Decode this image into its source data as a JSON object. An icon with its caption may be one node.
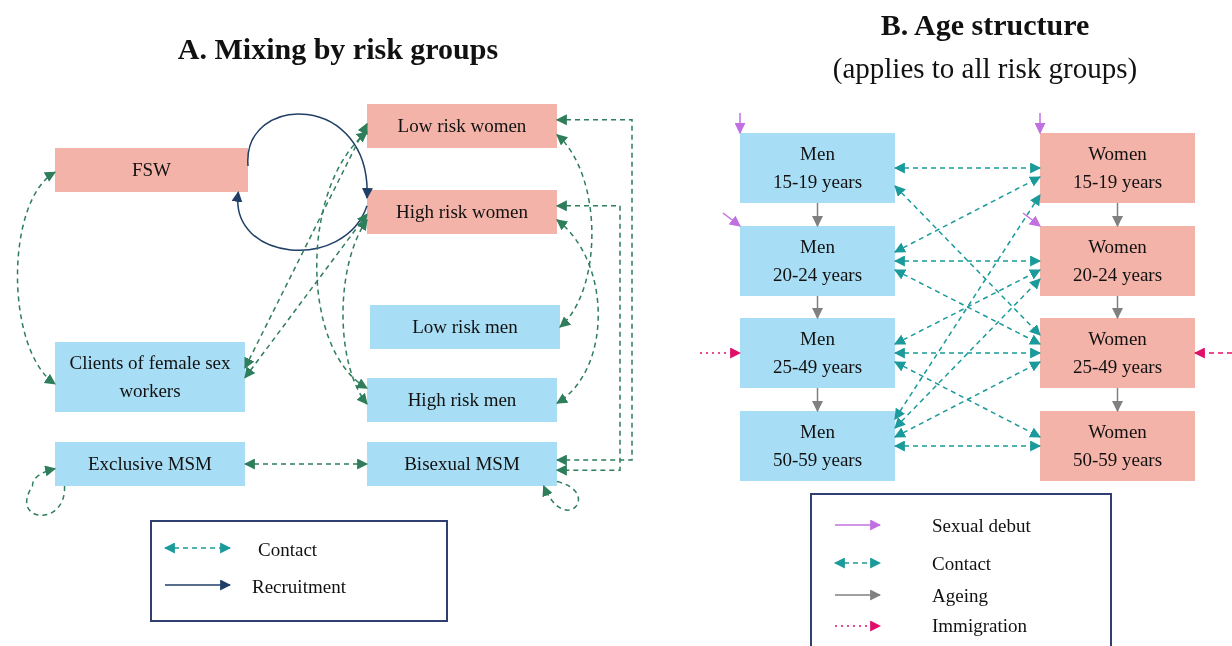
{
  "diagram": {
    "nodes": [
      {
        "text": [
          "Low risk women"
        ]
      },
      {
        "text": [
          "FSW"
        ]
      },
      {
        "text": [
          "High risk women"
        ]
      },
      {
        "text": [
          "Low risk men"
        ]
      },
      {
        "text": [
          "Clients of female sex workers"
        ]
      },
      {
        "text": [
          "High risk men"
        ]
      },
      {
        "text": [
          "Exclusive MSM"
        ]
      },
      {
        "text": [
          "Bisexual MSM"
        ]
      },
      {
        "text": [
          "Men 15-19 years"
        ]
      },
      {
        "text": [
          "Women 15-19 years"
        ]
      },
      {
        "text": [
          "Men 20-24 years"
        ]
      },
      {
        "text": [
          "Women 20-24 years"
        ]
      },
      {
        "text": [
          "Men 25-49 years"
        ]
      },
      {
        "text": [
          "Women 25-49 years"
        ]
      },
      {
        "text": [
          "Men 50-59 years"
        ]
      },
      {
        "text": [
          "Women 50-59 years"
        ]
      }
    ],
    "edges": [
      {
        "from": 1,
        "to": 4,
        "arrow": "both",
        "style": "dashed"
      },
      {
        "from": 1,
        "to": 2,
        "arrow": "to",
        "color": "#1f3f66"
      },
      {
        "from": 2,
        "to": 1,
        "arrow": "to",
        "color": "#1f3f66"
      },
      {
        "from": 4,
        "to": 0,
        "arrow": "both",
        "style": "dashed"
      },
      {
        "from": 4,
        "to": 2,
        "arrow": "both",
        "style": "dashed"
      },
      {
        "from": 0,
        "to": 5,
        "arrow": "both",
        "style": "dashed"
      },
      {
        "from": 2,
        "to": 5,
        "arrow": "both",
        "style": "dashed"
      },
      {
        "from": 0,
        "to": 3,
        "arrow": "both",
        "style": "dashed"
      },
      {
        "from": 2,
        "to": 5,
        "arrow": "both",
        "style": "dashed"
      },
      {
        "from": 0,
        "to": 7,
        "arrow": "both",
        "style": "dashed"
      },
      {
        "from": 2,
        "to": 7,
        "arrow": "both",
        "style": "dashed"
      },
      {
        "from": 6,
        "to": 7,
        "arrow": "both",
        "style": "dashed"
      },
      {
        "from": 6,
        "to": 6,
        "arrow": "to",
        "style": "dashed"
      },
      {
        "from": 7,
        "to": 7,
        "arrow": "to",
        "style": "dashed"
      },
      {
        "from": null,
        "to": 8,
        "arrow": "to",
        "color": "#c070e0"
      },
      {
        "from": null,
        "to": 10,
        "arrow": "to",
        "color": "#c070e0"
      },
      {
        "from": null,
        "to": 9,
        "arrow": "to",
        "color": "#c070e0"
      },
      {
        "from": null,
        "to": 11,
        "arrow": "to",
        "color": "#c070e0"
      },
      {
        "from": null,
        "to": 12,
        "arrow": "to",
        "style": "dashed",
        "color": "#e0106a"
      },
      {
        "from": null,
        "to": 13,
        "arrow": "to",
        "style": "dashed",
        "color": "#e0106a"
      },
      {
        "from": 8,
        "to": 10,
        "arrow": "to",
        "color": "#808080"
      },
      {
        "from": 10,
        "to": 12,
        "arrow": "to",
        "color": "#808080"
      },
      {
        "from": 12,
        "to": 14,
        "arrow": "to",
        "color": "#808080"
      },
      {
        "from": 9,
        "to": 11,
        "arrow": "to",
        "color": "#808080"
      },
      {
        "from": 11,
        "to": 13,
        "arrow": "to",
        "color": "#808080"
      },
      {
        "from": 13,
        "to": 15,
        "arrow": "to",
        "color": "#808080"
      },
      {
        "from": 8,
        "to": 9,
        "arrow": "both",
        "style": "dashed",
        "color": "#1a9a9a"
      },
      {
        "from": 8,
        "to": 13,
        "arrow": "both",
        "style": "dashed",
        "color": "#1a9a9a"
      },
      {
        "from": 10,
        "to": 9,
        "arrow": "both",
        "style": "dashed",
        "color": "#1a9a9a"
      },
      {
        "from": 10,
        "to": 11,
        "arrow": "both",
        "style": "dashed",
        "color": "#1a9a9a"
      },
      {
        "from": 10,
        "to": 13,
        "arrow": "both",
        "style": "dashed",
        "color": "#1a9a9a"
      },
      {
        "from": 12,
        "to": 11,
        "arrow": "both",
        "style": "dashed",
        "color": "#1a9a9a"
      },
      {
        "from": 12,
        "to": 13,
        "arrow": "both",
        "style": "dashed",
        "color": "#1a9a9a"
      },
      {
        "from": 12,
        "to": 15,
        "arrow": "both",
        "style": "dashed",
        "color": "#1a9a9a"
      },
      {
        "from": 14,
        "to": 9,
        "arrow": "both",
        "style": "dashed",
        "color": "#1a9a9a"
      },
      {
        "from": 14,
        "to": 11,
        "arrow": "both",
        "style": "dashed",
        "color": "#1a9a9a"
      },
      {
        "from": 14,
        "to": 13,
        "arrow": "both",
        "style": "dashed",
        "color": "#1a9a9a"
      },
      {
        "from": 14,
        "to": 15,
        "arrow": "both",
        "style": "dashed",
        "color": "#1a9a9a"
      }
    ],
    "labels": [
      "A. Mixing by risk groups",
      "B. Age structure",
      "(applies to all risk groups)"
    ],
    "legend": [
      {
        "text": "Contact"
      },
      {
        "text": "Recruitment"
      },
      {
        "text": "Sexual debut"
      },
      {
        "text": "Contact"
      },
      {
        "text": "Ageing"
      },
      {
        "text": "Immigration"
      }
    ]
  }
}
